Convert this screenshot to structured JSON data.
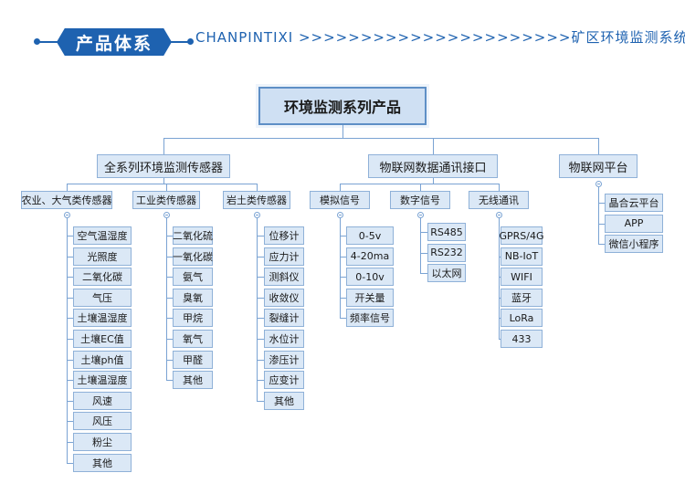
{
  "header": {
    "badge": "产品体系",
    "path": "CHANPINTIXI >>>>>>>>>>>>>>>>>>>>>>矿区环境监测系统"
  },
  "root": "环境监测系列产品",
  "groups": {
    "sensors": {
      "label": "全系列环境监测传感器",
      "subs": {
        "agri": {
          "label": "农业、大气类传感器",
          "items": [
            "空气温湿度",
            "光照度",
            "二氧化碳",
            "气压",
            "土壤温湿度",
            "土壤EC值",
            "土壤ph值",
            "土壤温湿度",
            "风速",
            "风压",
            "粉尘",
            "其他"
          ]
        },
        "industry": {
          "label": "工业类传感器",
          "items": [
            "二氧化硫",
            "一氧化碳",
            "氨气",
            "臭氧",
            "甲烷",
            "氧气",
            "甲醛",
            "其他"
          ]
        },
        "geo": {
          "label": "岩土类传感器",
          "items": [
            "位移计",
            "应力计",
            "测斜仪",
            "收敛仪",
            "裂缝计",
            "水位计",
            "渗压计",
            "应变计",
            "其他"
          ]
        }
      }
    },
    "iot": {
      "label": "物联网数据通讯接口",
      "subs": {
        "analog": {
          "label": "模拟信号",
          "items": [
            "0-5v",
            "4-20ma",
            "0-10v",
            "开关量",
            "频率信号"
          ]
        },
        "digital": {
          "label": "数字信号",
          "items": [
            "RS485",
            "RS232",
            "以太网"
          ]
        },
        "wireless": {
          "label": "无线通讯",
          "items": [
            "GPRS/4G",
            "NB-IoT",
            "WIFI",
            "蓝牙",
            "LoRa",
            "433"
          ]
        }
      }
    },
    "platform": {
      "label": "物联网平台",
      "items": [
        "晶合云平台",
        "APP",
        "微信小程序"
      ]
    }
  },
  "colors": {
    "accent": "#1e62b0",
    "box_fill": "#dbe8f6",
    "box_border": "#8fb1d8",
    "connector": "#7aa3d3"
  }
}
